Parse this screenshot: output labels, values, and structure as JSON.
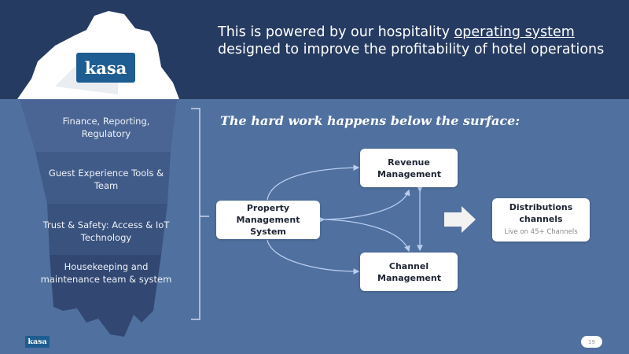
{
  "headline": {
    "before": "This is powered by our hospitality ",
    "link": "operating system",
    "after": " designed to improve the profitability of hotel operations"
  },
  "subtitle": "The hard work happens below the surface:",
  "logo": "kasa",
  "iceberg_layers": [
    "Finance, Reporting, Regulatory",
    "Guest Experience Tools & Team",
    "Trust & Safety: Access & IoT Technology",
    "Housekeeping and maintenance team & system"
  ],
  "diagram": {
    "pms": "Property Management System",
    "revenue": "Revenue Management",
    "channel": "Channel Management",
    "distribution": "Distributions channels",
    "distribution_note": "Live on 45+ Channels"
  },
  "page_number": "19",
  "colors": {
    "header": "#263b61",
    "water": "#50709f",
    "logo": "#1e5d91"
  }
}
